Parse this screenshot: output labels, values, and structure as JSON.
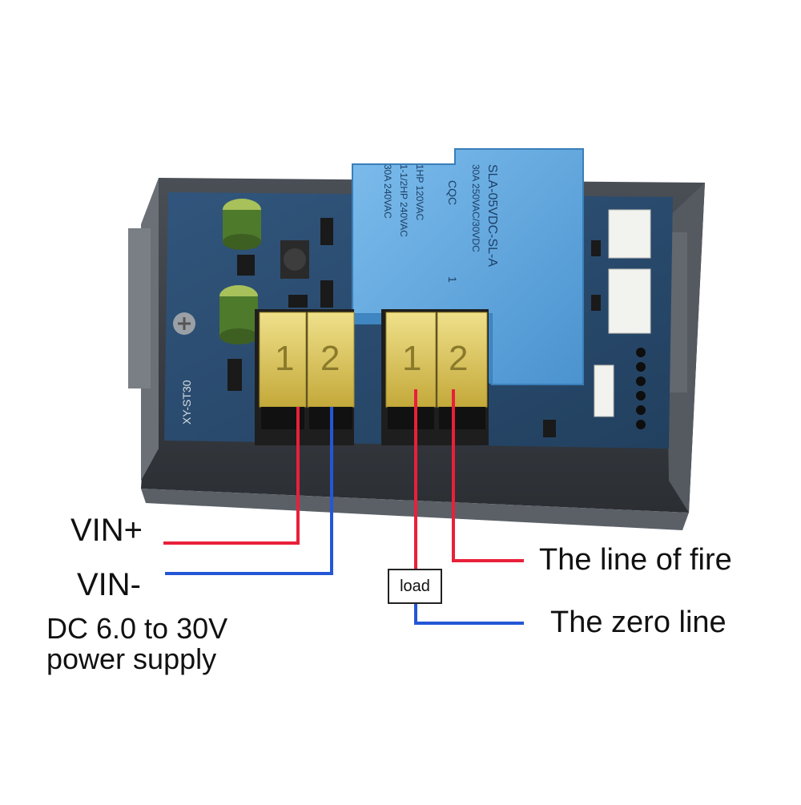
{
  "labels": {
    "vin_plus": "VIN+",
    "vin_minus": "VIN-",
    "supply_line1": "DC 6.0 to 30V",
    "supply_line2": "power supply",
    "fire_line": "The line of fire",
    "zero_line": "The zero line",
    "load": "load"
  },
  "board": {
    "model": "XY-ST30",
    "terminal_left": [
      "1",
      "2"
    ],
    "terminal_right": [
      "1",
      "2"
    ],
    "relay_lines": [
      "SLA-05VDC-SL-A",
      "30A 250VAC/30VDC",
      "1HP 120VAC",
      "1-1/2HP 240VAC",
      "30A 240VAC"
    ],
    "relay_mark": "CQC",
    "relay_pin": "1"
  },
  "colors": {
    "positive_wire": "#e8203a",
    "negative_wire": "#2457d6",
    "relay_blue": "#5aa6e0",
    "terminal_yellow": "#d9c24a",
    "pcb": "#2a4a6e",
    "housing": "#3c4046"
  }
}
